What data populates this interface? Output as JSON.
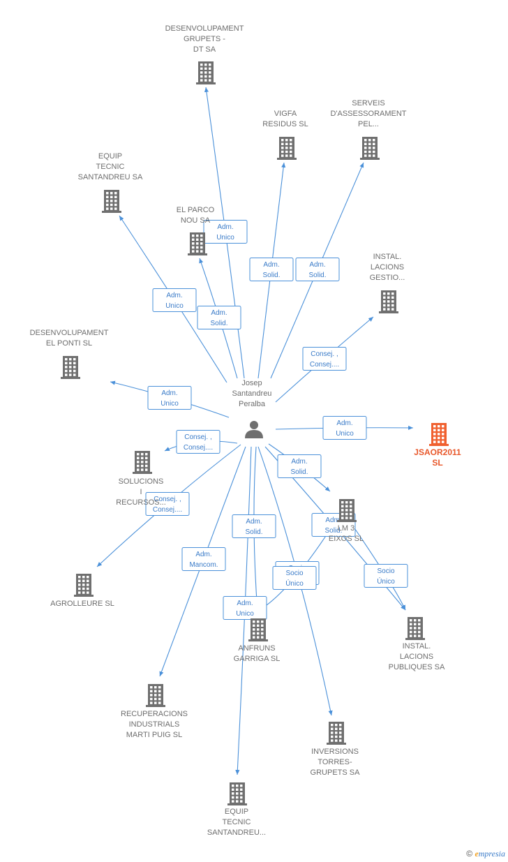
{
  "person": {
    "lines": [
      "Josep",
      "Santandreu",
      "Peralba"
    ]
  },
  "nodes": [
    {
      "id": "dt",
      "lines": [
        "DESENVOLUPAMENT",
        "GRUPETS -",
        "DT SA"
      ]
    },
    {
      "id": "vigfa",
      "lines": [
        "VIGFA",
        "RESIDUS SL"
      ]
    },
    {
      "id": "serveis",
      "lines": [
        "SERVEIS",
        "D'ASSESSORAMENT",
        "PEL..."
      ]
    },
    {
      "id": "equip1",
      "lines": [
        "EQUIP",
        "TECNIC",
        "SANTANDREU SA"
      ]
    },
    {
      "id": "parco",
      "lines": [
        "EL PARCO",
        "NOU SA"
      ]
    },
    {
      "id": "instgest",
      "lines": [
        "INSTAL.",
        "LACIONS",
        "GESTIO..."
      ]
    },
    {
      "id": "ponti",
      "lines": [
        "DESENVOLUPAMENT",
        "EL PONTI SL"
      ]
    },
    {
      "id": "jsaor",
      "lines": [
        "JSAOR2011",
        "SL"
      ],
      "focus": true
    },
    {
      "id": "solucions",
      "lines": [
        "SOLUCIONS",
        "I",
        "RECURSOS..."
      ]
    },
    {
      "id": "eixos",
      "lines": [
        "LM 3",
        "EIXOS  SL"
      ]
    },
    {
      "id": "agro",
      "lines": [
        "AGROLLEURE SL"
      ]
    },
    {
      "id": "anfruns",
      "lines": [
        "ANFRUNS",
        "GARRIGA SL"
      ]
    },
    {
      "id": "instpub",
      "lines": [
        "INSTAL.",
        "LACIONS",
        "PUBLIQUES SA"
      ]
    },
    {
      "id": "recup",
      "lines": [
        "RECUPERACIONS",
        "INDUSTRIALS",
        "MARTI PUIG SL"
      ]
    },
    {
      "id": "inversions",
      "lines": [
        "INVERSIONS",
        "TORRES-",
        "GRUPETS SA"
      ]
    },
    {
      "id": "equip2",
      "lines": [
        "EQUIP",
        "TECNIC",
        "SANTANDREU..."
      ]
    }
  ],
  "edges": [
    {
      "to": "dt",
      "label": [
        "Adm.",
        "Unico"
      ]
    },
    {
      "to": "vigfa",
      "label": [
        "Adm.",
        "Solid."
      ]
    },
    {
      "to": "serveis",
      "label": [
        "Adm.",
        "Solid."
      ]
    },
    {
      "to": "equip1",
      "label": [
        "Adm.",
        "Unico"
      ]
    },
    {
      "to": "parco",
      "label": [
        "Adm.",
        "Solid."
      ]
    },
    {
      "to": "instgest",
      "label": [
        "Consej. ,",
        "Consej...."
      ]
    },
    {
      "to": "ponti",
      "label": [
        "Adm.",
        "Unico"
      ]
    },
    {
      "to": "jsaor",
      "label": [
        "Adm.",
        "Unico"
      ]
    },
    {
      "to": "solucions",
      "label": [
        "Consej. ,",
        "Consej...."
      ]
    },
    {
      "to": "eixos",
      "label": [
        "Adm.",
        "Solid."
      ]
    },
    {
      "to": "agro",
      "label": [
        "Consej. ,",
        "Consej...."
      ]
    },
    {
      "to": "anfruns",
      "label": [
        "Adm.",
        "Solid."
      ]
    },
    {
      "to": "instpub",
      "label": [
        "Adm.",
        "Solid."
      ]
    },
    {
      "to": "recup",
      "label": [
        "Adm.",
        "Mancom."
      ]
    },
    {
      "to": "inversions",
      "label": [
        "Socio",
        "Único"
      ]
    },
    {
      "to": "equip2",
      "label": [
        "Adm.",
        "Unico"
      ]
    },
    {
      "from": "eixos",
      "to": "anfruns",
      "label": [
        "Socio",
        "Único"
      ]
    },
    {
      "from": "eixos",
      "to": "instpub",
      "label": [
        "Socio",
        "Único"
      ]
    }
  ],
  "watermark": {
    "copyright": "©",
    "brand_initial": "e",
    "brand_rest": "mpresia"
  },
  "colors": {
    "edge": "#4a90d9",
    "node": "#6f6f6f",
    "focus": "#f0602f"
  }
}
